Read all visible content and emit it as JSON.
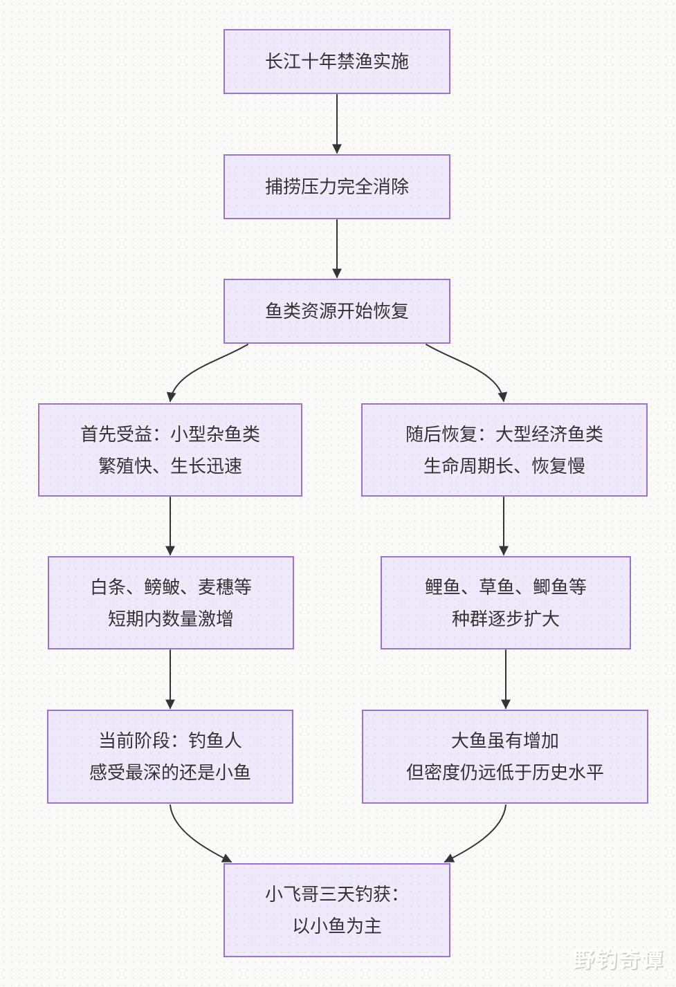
{
  "diagram": {
    "type": "flowchart-top-down",
    "colors": {
      "background": "#fafaf9",
      "node_fill": "#efeafb",
      "node_border": "#9673d4",
      "arrow": "#333338",
      "text": "#333333"
    },
    "nodes": {
      "a": {
        "line1": "长江十年禁渔实施"
      },
      "b": {
        "line1": "捕捞压力完全消除"
      },
      "c": {
        "line1": "鱼类资源开始恢复"
      },
      "d": {
        "line1": "首先受益：小型杂鱼类",
        "line2": "繁殖快、生长迅速"
      },
      "e": {
        "line1": "随后恢复：大型经济鱼类",
        "line2": "生命周期长、恢复慢"
      },
      "f": {
        "line1": "白条、鳑鲏、麦穗等",
        "line2": "短期内数量激增"
      },
      "g": {
        "line1": "鲤鱼、草鱼、鲫鱼等",
        "line2": "种群逐步扩大"
      },
      "h": {
        "line1": "当前阶段：钓鱼人",
        "line2": "感受最深的还是小鱼"
      },
      "i": {
        "line1": "大鱼虽有增加",
        "line2": "但密度仍远低于历史水平"
      },
      "j": {
        "line1": "小飞哥三天钓获：",
        "line2": "以小鱼为主"
      }
    },
    "edges": [
      "a-to-b",
      "b-to-c",
      "c-to-d",
      "c-to-e",
      "d-to-f",
      "e-to-g",
      "f-to-h",
      "g-to-i",
      "h-to-j",
      "i-to-j"
    ],
    "watermark": "野钓奇谭"
  }
}
